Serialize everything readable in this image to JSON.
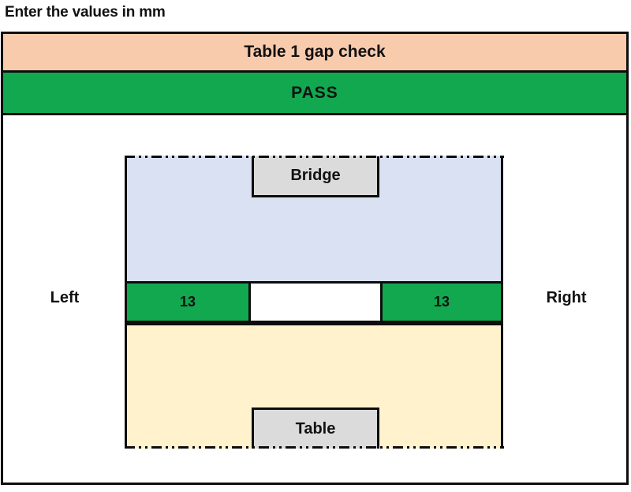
{
  "page": {
    "instruction": "Enter the values in mm"
  },
  "panel": {
    "title": "Table 1 gap check",
    "status": "PASS"
  },
  "diagram": {
    "bridge_label": "Bridge",
    "table_label": "Table",
    "left_label": "Left",
    "right_label": "Right",
    "left_gap_mm": "13",
    "right_gap_mm": "13"
  },
  "colors": {
    "header_fill": "#F8CBAD",
    "status_fill": "#11A84F",
    "gap_cell_fill": "#11A84F",
    "bridge_fill": "#D9E1F2",
    "table_fill": "#FFF2CC",
    "label_fill": "#DBDBDB",
    "border_color": "#0d0d0d",
    "text_color": "#111111"
  }
}
